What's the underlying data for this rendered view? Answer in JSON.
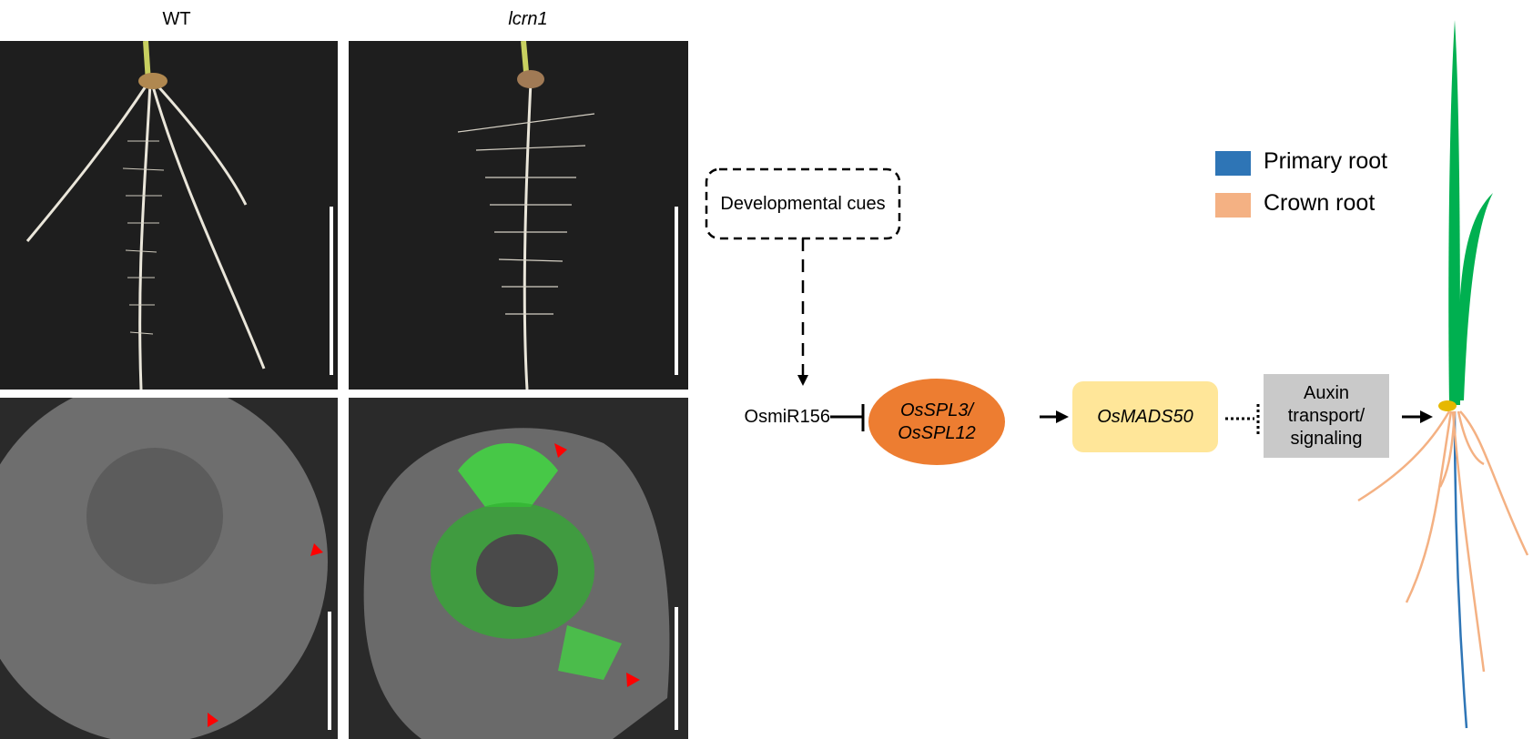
{
  "panels": {
    "wt_label": "WT",
    "mutant_label": "lcrn1"
  },
  "pathway": {
    "cues": "Developmental cues",
    "mirna": "OsmiR156",
    "spl": "OsSPL3/ OsSPL12",
    "mads": "OsMADS50",
    "auxin": "Auxin transport/ signaling"
  },
  "legend": {
    "items": [
      {
        "label": "Primary root",
        "color": "#2e75b6"
      },
      {
        "label": "Crown root",
        "color": "#f4b183"
      }
    ]
  },
  "colors": {
    "spl": "#ed7d31",
    "mads": "#ffe699",
    "auxin": "#c9c9c9",
    "leaf": "#00b050",
    "seed": "#e6b800",
    "marker": "#ff0000",
    "gfp": "#3fe03f"
  }
}
